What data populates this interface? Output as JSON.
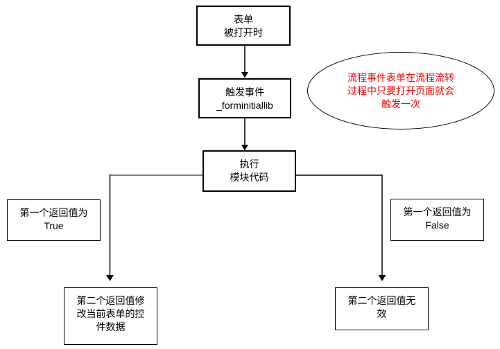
{
  "diagram": {
    "title": "form-open-event-flowchart",
    "colors": {
      "background": "#ffffff",
      "box_border": "#000000",
      "box_text": "#000000",
      "connector": "#000000",
      "left_branch_horizontal": "#808080",
      "annotation_text": "#ff0000"
    },
    "nodes": {
      "form_opened": {
        "lines": [
          "表单",
          "被打开时"
        ]
      },
      "trigger_event": {
        "lines": [
          "触发事件",
          "_forminitiallib"
        ]
      },
      "execute_module": {
        "lines": [
          "执行",
          "模块代码"
        ]
      },
      "first_return_true": {
        "lines": [
          "第一个返回值为",
          "True"
        ]
      },
      "first_return_false": {
        "lines": [
          "第一个返回值为",
          "False"
        ]
      },
      "second_return_modify": {
        "lines": [
          "第二个返回值修",
          "改当前表单的控",
          "件数据"
        ]
      },
      "second_return_invalid": {
        "lines": [
          "第二个返回值无",
          "效"
        ]
      }
    },
    "annotation": {
      "lines": [
        "流程事件表单在流程流转",
        "过程中只要打开页面就会",
        "触发一次"
      ]
    }
  }
}
